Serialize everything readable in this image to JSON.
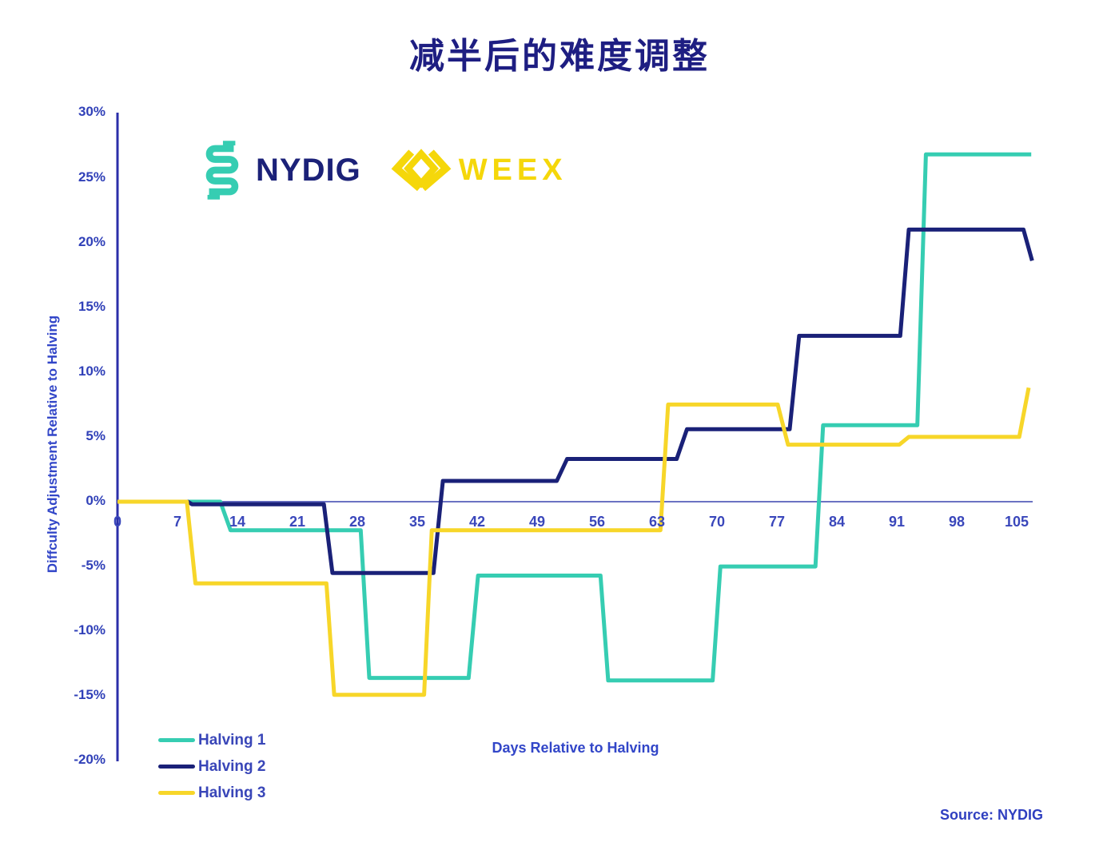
{
  "title": "减半后的难度调整",
  "logos": {
    "nydig": "NYDIG",
    "weex": "WEEX"
  },
  "source": "Source: NYDIG",
  "colors": {
    "halving1_teal": "#36cdb2",
    "halving2_navy": "#1a2178",
    "halving3_yellow": "#f7d629",
    "axis_line": "#2b2fa9",
    "zero_line": "#3a44ae",
    "label_blue": "#3246c8",
    "title_navy": "#1e1e82",
    "weex_yellow": "#f5d70a"
  },
  "chart_data": {
    "type": "line",
    "subtype": "step",
    "title": "减半后的难度调整",
    "xlabel": "Days Relative to Halving",
    "ylabel": "Diffculty Adjustment Relative to Halving",
    "xlim": [
      0,
      107
    ],
    "ylim": [
      -20,
      30
    ],
    "grid": false,
    "legend_position": "bottom-left",
    "x_ticks": [
      0,
      7,
      14,
      21,
      28,
      35,
      42,
      49,
      56,
      63,
      70,
      77,
      84,
      91,
      98,
      105
    ],
    "y_tick_values": [
      30,
      25,
      20,
      15,
      10,
      5,
      0,
      -5,
      -10,
      -15,
      -20
    ],
    "y_tick_labels": [
      "30%",
      "25%",
      "20%",
      "15%",
      "10%",
      "5%",
      "0%",
      "-5%",
      "-10%",
      "-15%",
      "-20%"
    ],
    "series": [
      {
        "name": "Halving 1",
        "color": "#36cdb2",
        "step_points": [
          [
            0,
            0
          ],
          [
            12,
            0
          ],
          [
            13.2,
            -2.2
          ],
          [
            28.4,
            -2.2
          ],
          [
            29.4,
            -13.6
          ],
          [
            41,
            -13.6
          ],
          [
            42.1,
            -5.7
          ],
          [
            56.4,
            -5.7
          ],
          [
            57.3,
            -13.8
          ],
          [
            69.5,
            -13.8
          ],
          [
            70.4,
            -5.0
          ],
          [
            81.5,
            -5.0
          ],
          [
            82.4,
            5.9
          ],
          [
            93.4,
            5.9
          ],
          [
            94.4,
            26.8
          ],
          [
            106.7,
            26.8
          ]
        ]
      },
      {
        "name": "Halving 2",
        "color": "#1a2178",
        "step_points": [
          [
            0,
            0
          ],
          [
            8.2,
            0
          ],
          [
            8.7,
            -0.2
          ],
          [
            24.1,
            -0.2
          ],
          [
            25.1,
            -5.5
          ],
          [
            36.9,
            -5.5
          ],
          [
            38,
            1.6
          ],
          [
            51.3,
            1.6
          ],
          [
            52.5,
            3.3
          ],
          [
            65.3,
            3.3
          ],
          [
            66.5,
            5.6
          ],
          [
            78.5,
            5.6
          ],
          [
            79.6,
            12.8
          ],
          [
            91.4,
            12.8
          ],
          [
            92.4,
            21.0
          ],
          [
            105.8,
            21.0
          ],
          [
            106.8,
            18.6
          ]
        ]
      },
      {
        "name": "Halving 3",
        "color": "#f7d629",
        "step_points": [
          [
            0,
            0
          ],
          [
            8.1,
            0
          ],
          [
            9.1,
            -6.3
          ],
          [
            24.4,
            -6.3
          ],
          [
            25.3,
            -14.9
          ],
          [
            35.8,
            -14.9
          ],
          [
            36.7,
            -2.2
          ],
          [
            63.4,
            -2.2
          ],
          [
            64.3,
            7.5
          ],
          [
            77.1,
            7.5
          ],
          [
            78.3,
            4.4
          ],
          [
            91.3,
            4.4
          ],
          [
            92.4,
            5.0
          ],
          [
            105.3,
            5.0
          ],
          [
            106.4,
            8.8
          ]
        ]
      }
    ]
  }
}
